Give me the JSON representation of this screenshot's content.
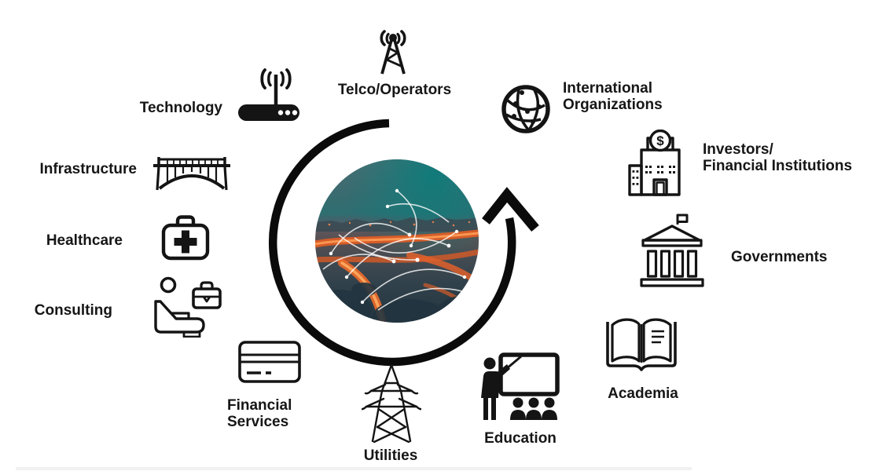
{
  "diagram": {
    "type": "stakeholder-ecosystem-cycle",
    "center_image": {
      "description": "Aerial city view at dusk with glowing network connection arcs and a circular arrow around it",
      "sky_color": "#2e6e71",
      "highway_color": "#e9602a",
      "ground_color": "#233540",
      "network_line_color": "#ffffff",
      "arrow_color": "#0b0b0b",
      "coin_symbol": "$"
    },
    "text_color": "#161616",
    "items": [
      {
        "id": "technology",
        "label": "Technology",
        "icon": "wifi-router-icon"
      },
      {
        "id": "telco-operators",
        "label": "Telco/Operators",
        "icon": "antenna-tower-icon"
      },
      {
        "id": "international-organizations",
        "label": "International\nOrganizations",
        "icon": "globe-network-icon"
      },
      {
        "id": "investors-financial-institutions",
        "label": "Investors/\nFinancial Institutions",
        "icon": "bank-coin-icon"
      },
      {
        "id": "governments",
        "label": "Governments",
        "icon": "government-building-icon"
      },
      {
        "id": "academia",
        "label": "Academia",
        "icon": "open-book-icon"
      },
      {
        "id": "education",
        "label": "Education",
        "icon": "teacher-classroom-icon"
      },
      {
        "id": "utilities",
        "label": "Utilities",
        "icon": "power-pylon-icon"
      },
      {
        "id": "financial-services",
        "label": "Financial\nServices",
        "icon": "credit-card-icon"
      },
      {
        "id": "consulting",
        "label": "Consulting",
        "icon": "consultant-chair-icon"
      },
      {
        "id": "healthcare",
        "label": "Healthcare",
        "icon": "first-aid-kit-icon"
      },
      {
        "id": "infrastructure",
        "label": "Infrastructure",
        "icon": "bridge-icon"
      }
    ]
  }
}
